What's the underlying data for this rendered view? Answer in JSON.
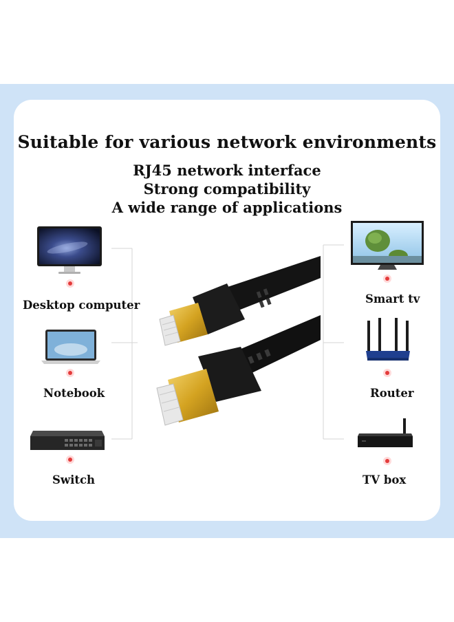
{
  "heading": {
    "title": "Suitable for various network environments",
    "lines": [
      "RJ45 network interface",
      "Strong compatibility",
      "A wide range of applications"
    ]
  },
  "devices": {
    "left": [
      {
        "label": "Desktop computer",
        "icon": "desktop-computer-icon"
      },
      {
        "label": "Notebook",
        "icon": "notebook-icon"
      },
      {
        "label": "Switch",
        "icon": "network-switch-icon"
      }
    ],
    "right": [
      {
        "label": "Smart tv",
        "icon": "smart-tv-icon"
      },
      {
        "label": "Router",
        "icon": "router-icon"
      },
      {
        "label": "TV box",
        "icon": "tv-box-icon"
      }
    ]
  },
  "colors": {
    "band": "#cfe3f7",
    "card": "#ffffff",
    "cable": "#111111",
    "connector_gold": "#d9a520",
    "dot": "#e43b3b",
    "line": "#d0d0d0"
  }
}
